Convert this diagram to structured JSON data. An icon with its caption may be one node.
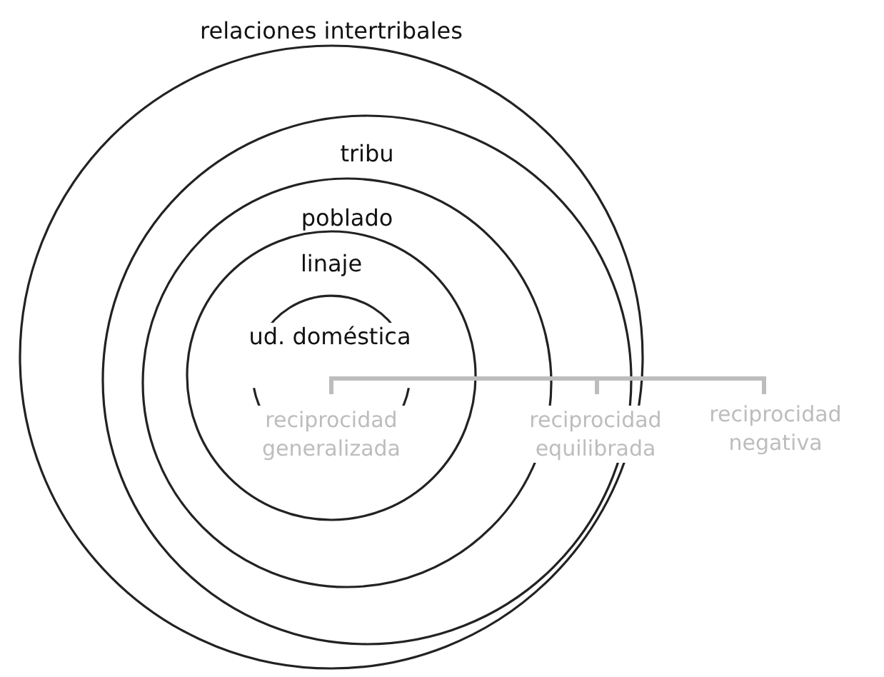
{
  "diagram": {
    "nodes": [
      {
        "text": [
          "relaciones intertribales"
        ]
      },
      {
        "text": [
          "tribu"
        ],
        "in": 0
      },
      {
        "text": [
          "poblado"
        ],
        "in": 1
      },
      {
        "text": [
          "linaje"
        ],
        "in": 2
      },
      {
        "text": [
          "ud. doméstica"
        ],
        "in": 3
      }
    ],
    "labels": [
      "reciprocidad generalizada",
      "reciprocidad equilibrada",
      "reciprocidad negativa"
    ]
  }
}
